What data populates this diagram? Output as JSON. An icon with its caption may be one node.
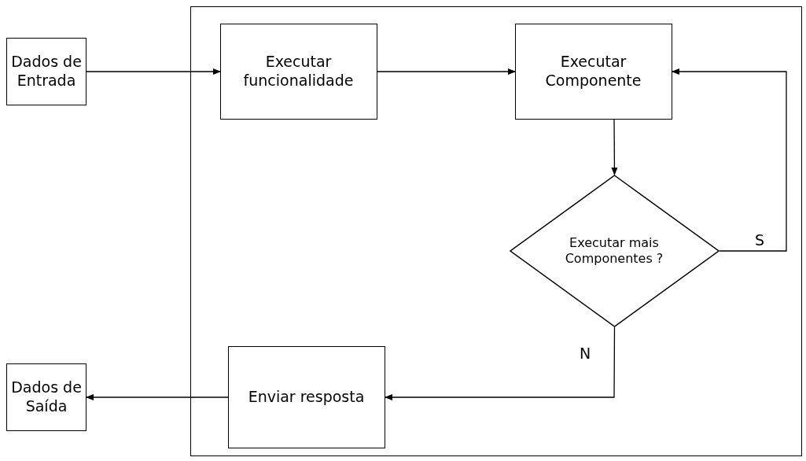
{
  "diagram": {
    "nodes": [
      {
        "text": [
          "Dados de Entrada"
        ]
      },
      {
        "text": [],
        "shape": "box"
      },
      {
        "text": [
          "Executar funcionalidade"
        ],
        "in": 1
      },
      {
        "text": [
          "Executar Componente"
        ],
        "in": 1
      },
      {
        "text": [
          "Executar mais Componentes ?"
        ],
        "in": 1
      },
      {
        "text": [
          "Enviar resposta"
        ],
        "in": 1
      },
      {
        "text": [
          "Dados de Saída"
        ]
      }
    ],
    "edges": [
      {
        "from": 0,
        "to": 2,
        "arrow": "to"
      },
      {
        "from": 2,
        "to": 3,
        "arrow": "to"
      },
      {
        "from": 3,
        "to": 4,
        "arrow": "to"
      },
      {
        "from": 4,
        "to": 3,
        "arrow": "to",
        "label": "S"
      },
      {
        "from": 4,
        "to": 5,
        "arrow": "to",
        "label": "N"
      },
      {
        "from": 5,
        "to": 6,
        "arrow": "to"
      }
    ]
  }
}
